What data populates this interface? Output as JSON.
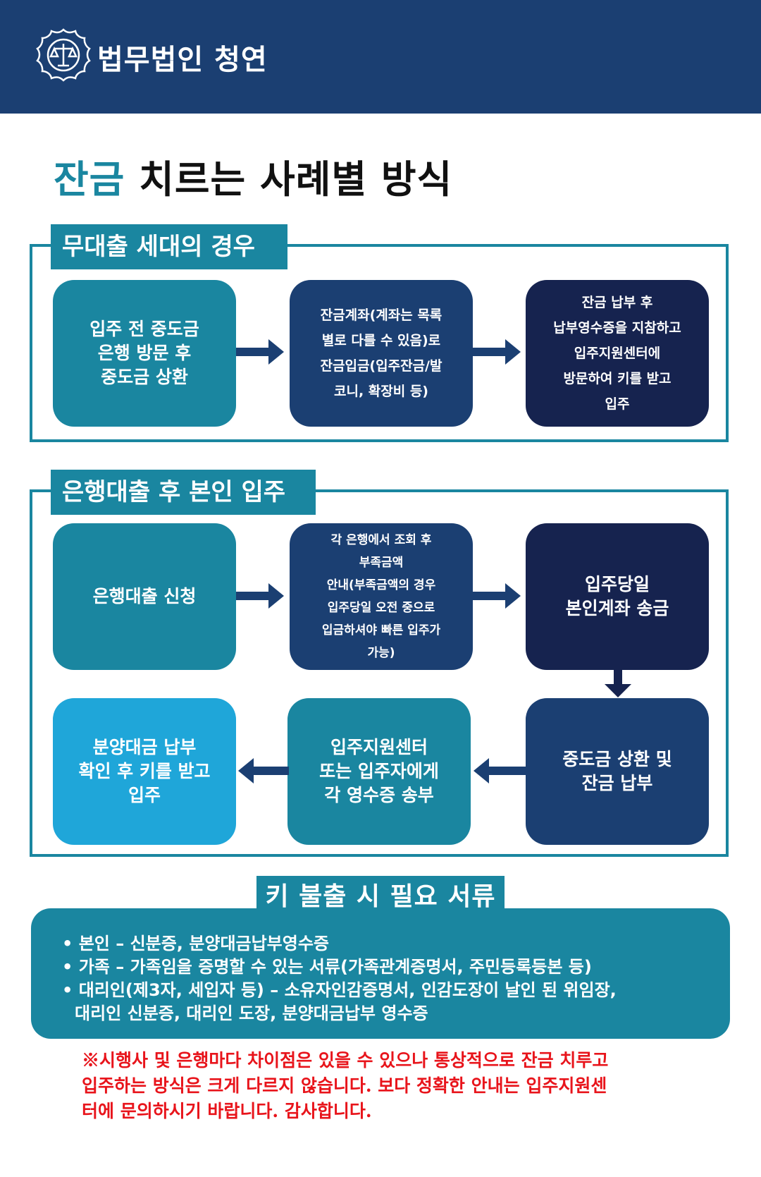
{
  "header": {
    "firm_name": "법무법인 청연",
    "logo_icon": "scales-emblem-icon"
  },
  "page_title": {
    "accent": "잔금",
    "rest": " 치르는 사례별 방식"
  },
  "section1": {
    "label": "무대출 세대의 경우",
    "steps": [
      [
        "입주 전 중도금",
        "은행 방문 후",
        "중도금 상환"
      ],
      [
        "잔금계좌(계좌는 목록",
        "별로 다를 수 있음)로",
        "잔금입금(입주잔금/발",
        "코니, 확장비 등)"
      ],
      [
        "잔금 납부 후",
        "납부영수증을 지참하고",
        "입주지원센터에",
        "방문하여 키를 받고",
        "입주"
      ]
    ]
  },
  "section2": {
    "label": "은행대출 후 본인 입주",
    "steps": [
      [
        "은행대출 신청"
      ],
      [
        "각 은행에서 조회 후",
        "부족금액",
        "안내(부족금액의 경우",
        "입주당일 오전 중으로",
        "입금하셔야 빠른 입주가",
        "가능)"
      ],
      [
        "입주당일",
        "본인계좌 송금"
      ],
      [
        "중도금 상환 및",
        "잔금 납부"
      ],
      [
        "입주지원센터",
        "또는 입주자에게",
        "각 영수증 송부"
      ],
      [
        "분양대금 납부",
        "확인 후 키를 받고",
        "입주"
      ]
    ]
  },
  "docs": {
    "label": "키 불출 시 필요 서류",
    "lines": [
      "• 본인 – 신분증, 분양대금납부영수증",
      "• 가족 – 가족임을 증명할 수 있는 서류(가족관계증명서, 주민등록등본 등)",
      "• 대리인(제3자, 세입자 등) – 소유자인감증명서, 인감도장이 날인 된 위임장,",
      "대리인 신분증, 대리인 도장, 분양대금납부 영수증"
    ]
  },
  "notice": [
    "※시행사 및 은행마다 차이점은 있을 수 있으나 통상적으로 잔금 치루고",
    "입주하는 방식은 크게 다르지 않습니다. 보다 정확한 안내는 입주지원센",
    "터에 문의하시기 바랍니다. 감사합니다."
  ],
  "colors": {
    "header": "#1b3f72",
    "teal": "#1a86a0",
    "navy": "#1b3f72",
    "dark": "#16234f",
    "sky": "#1fa6d9",
    "notice": "#e8141b"
  }
}
